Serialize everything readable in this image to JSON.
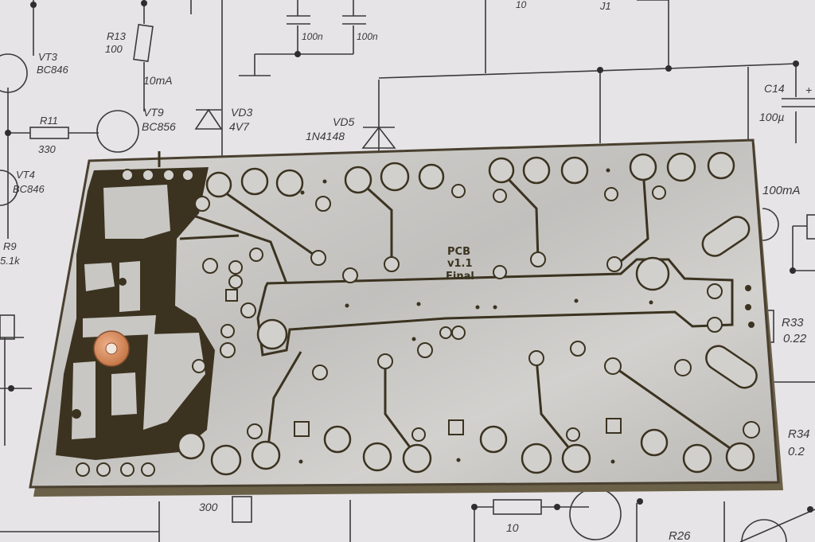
{
  "schematic": {
    "labels": {
      "vt3": "VT3",
      "vt3_type": "BC846",
      "r13": "R13",
      "r13_val": "100",
      "i_10ma": "10mA",
      "r11": "R11",
      "r11_val": "330",
      "vt9": "VT9",
      "vt9_type": "BC856",
      "vd3": "VD3",
      "vd3_val": "4V7",
      "cap1": "100n",
      "cap2": "100n",
      "vd5": "VD5",
      "vd5_type": "1N4148",
      "top_10": "10",
      "j1": "J1",
      "c14": "C14",
      "c14_val": "100µ",
      "vt4": "VT4",
      "vt4_type": "BC846",
      "r9": "R9",
      "r9_val": "5.1k",
      "i_100ma": "100mA",
      "r33": "R33",
      "r33_val": "0.22",
      "r34": "R34",
      "r34_val": "0.2",
      "bot_300": "300",
      "bot_10": "10",
      "r26": "R26"
    }
  },
  "pcb": {
    "marking": [
      "PCB",
      "v1.1",
      "Final"
    ]
  },
  "colors": {
    "paper": "#e6e4e6",
    "board_silver": "#cbc9c6",
    "copper_dark": "#3b3320",
    "copper_pad": "#d98c60"
  }
}
